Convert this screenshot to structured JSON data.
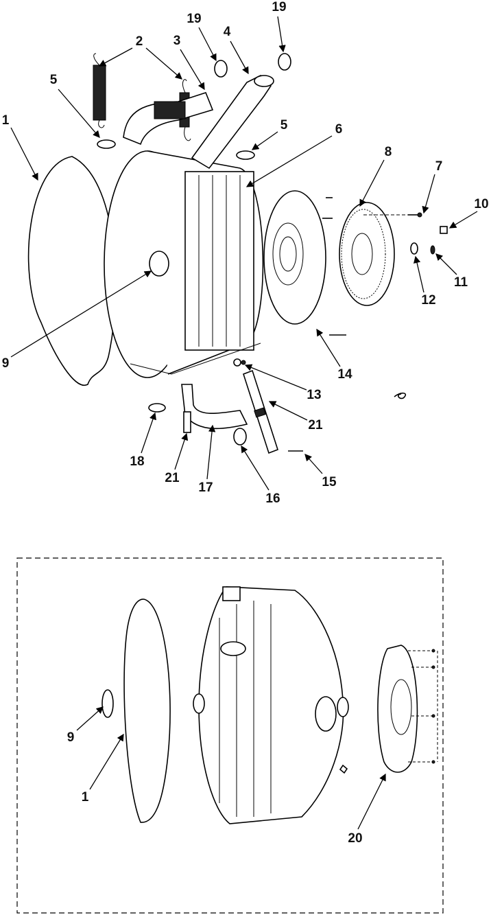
{
  "diagram": {
    "main_view": {
      "callouts": [
        "1",
        "2",
        "3",
        "4",
        "19",
        "19",
        "5",
        "5",
        "6",
        "8",
        "7",
        "10",
        "11",
        "12",
        "9",
        "14",
        "13",
        "21",
        "18",
        "21",
        "17",
        "16",
        "15"
      ]
    },
    "inset_view": {
      "callouts": [
        "9",
        "1",
        "20"
      ]
    }
  }
}
